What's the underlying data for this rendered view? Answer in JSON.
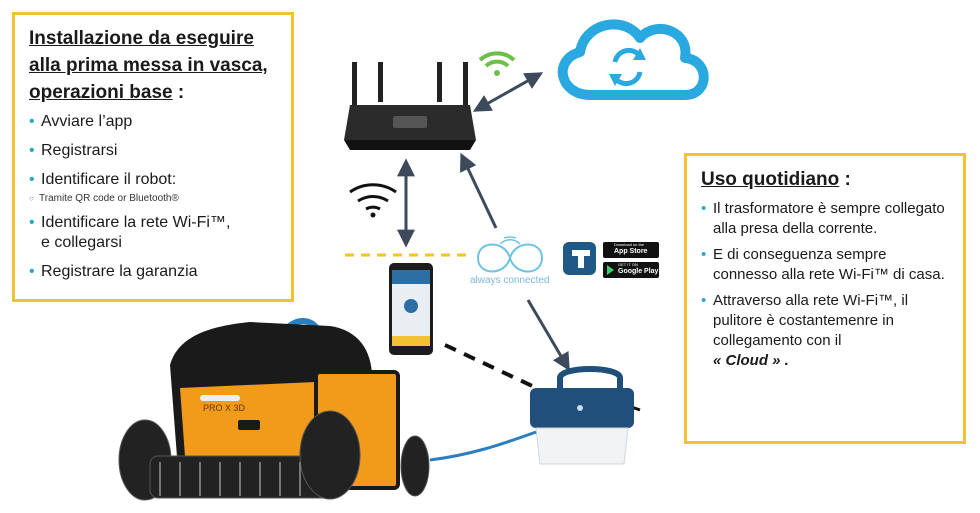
{
  "left_box": {
    "title_line1": "Installazione da eseguire",
    "title_line2": "alla prima messa in vasca,",
    "title_line3": "operazioni base",
    "title_suffix": " :",
    "steps": [
      "Avviare l’app",
      "Registrarsi",
      "Identificare il robot:",
      "Identificare la rete Wi-Fi™,",
      "Registrare la garanzia"
    ],
    "step_sub": "Tramite QR code or Bluetooth®",
    "step4_line2": "e collegarsi"
  },
  "right_box": {
    "title": "Uso quotidiano",
    "title_suffix": " :",
    "items": [
      "Il trasformatore è sempre collegato alla presa della corrente.",
      "E di conseguenza sempre connesso alla rete Wi-Fi™ di casa.",
      "Attraverso alla rete Wi-Fi™, il pulitore è costantemenre in collegamento con il"
    ],
    "cloud_quote": "« Cloud » ."
  },
  "diagram": {
    "always_connected": "always connected",
    "robot_model": "PRO X 3D",
    "app_store_small": "Download on the",
    "app_store": "App Store",
    "google_play_small": "GET IT ON",
    "google_play": "Google Play"
  },
  "colors": {
    "box_border": "#f2c232",
    "bullet": "#2aa6c8",
    "cloud": "#29a9e0",
    "wifi_green": "#6cc04a",
    "robot_orange": "#f29a1a",
    "arrow": "#3d4a5c"
  }
}
